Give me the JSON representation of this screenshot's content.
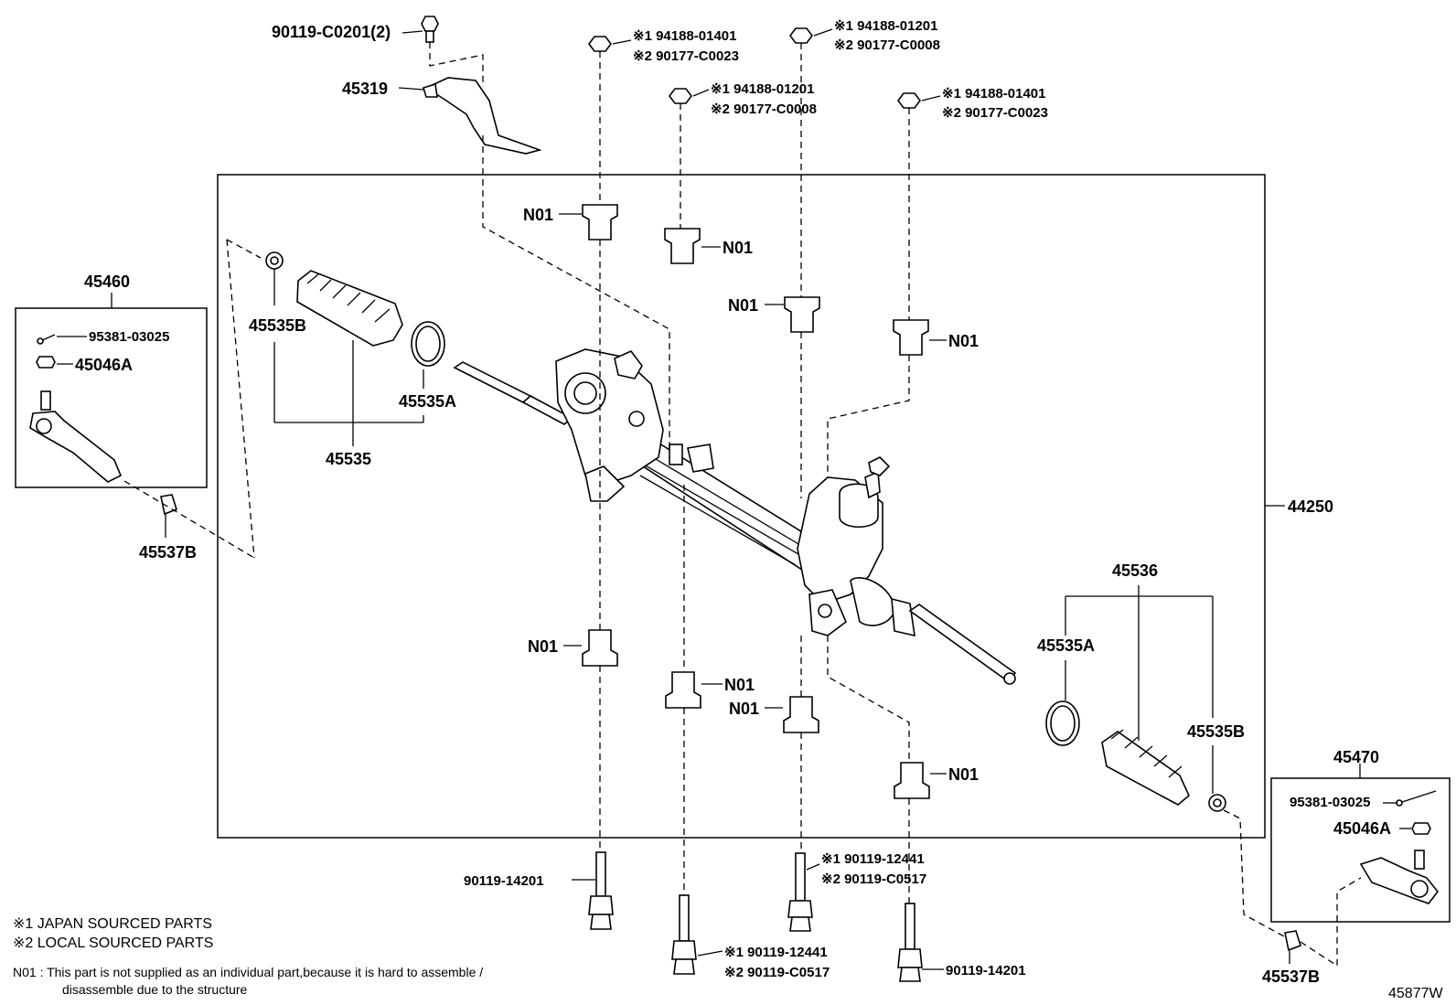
{
  "diagram_code": "45877W",
  "assembly": "44250",
  "left_tie_rod": {
    "ref": "45460",
    "cotter_pin": "95381-03025",
    "nut": "45046A",
    "adapter": "45537B"
  },
  "right_tie_rod": {
    "ref": "45470",
    "cotter_pin": "95381-03025",
    "nut": "45046A",
    "adapter": "45537B"
  },
  "left_boot": {
    "set": "45535",
    "clamp": "45535B",
    "band": "45535A"
  },
  "right_boot": {
    "set": "45536",
    "band": "45535A",
    "clamp": "45535B"
  },
  "bracket": {
    "ref": "45319",
    "bolt": "90119-C0201(2)"
  },
  "grommet_label": "N01",
  "top_nuts": [
    {
      "m1": "※1 94188-01401",
      "m2": "※2 90177-C0023"
    },
    {
      "m1": "※1 94188-01201",
      "m2": "※2 90177-C0008"
    },
    {
      "m1": "※1 94188-01201",
      "m2": "※2 90177-C0008"
    },
    {
      "m1": "※1 94188-01401",
      "m2": "※2 90177-C0023"
    }
  ],
  "bottom_bolts": {
    "b1": "90119-14201",
    "b2_m1": "※1 90119-12441",
    "b2_m2": "※2 90119-C0517",
    "b3_m1": "※1 90119-12441",
    "b3_m2": "※2 90119-C0517",
    "b4": "90119-14201"
  },
  "notes": {
    "japan": "※1 JAPAN SOURCED PARTS",
    "local": "※2 LOCAL SOURCED PARTS",
    "n01_line1": "N01 : This part is not supplied as an individual part,because it is hard to assemble /",
    "n01_line2": "disassemble due to the structure"
  }
}
